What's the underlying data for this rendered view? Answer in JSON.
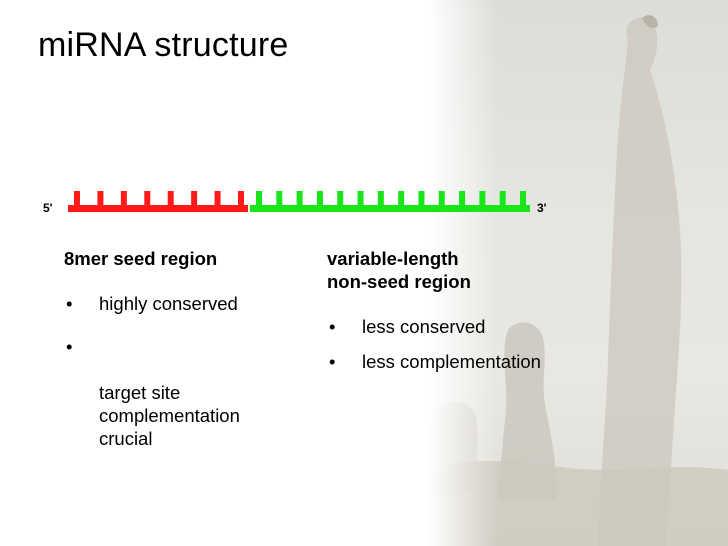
{
  "slide": {
    "title": "miRNA structure",
    "five_prime_label": "5'",
    "three_prime_label": "3'",
    "colors": {
      "seed": "#ff1a1a",
      "non_seed": "#19e619"
    },
    "strand": {
      "seed_teeth": 8,
      "non_seed_teeth": 14
    },
    "left_column": {
      "heading": "8mer seed region",
      "bullets": [
        "highly conserved",
        "target site\ncomplementation\ncrucial"
      ]
    },
    "right_column": {
      "heading": "variable-length\nnon-seed region",
      "bullets": [
        "less conserved",
        "less complementation"
      ]
    },
    "bullet_glyph": "•",
    "background_image": "meerkats-photo"
  }
}
